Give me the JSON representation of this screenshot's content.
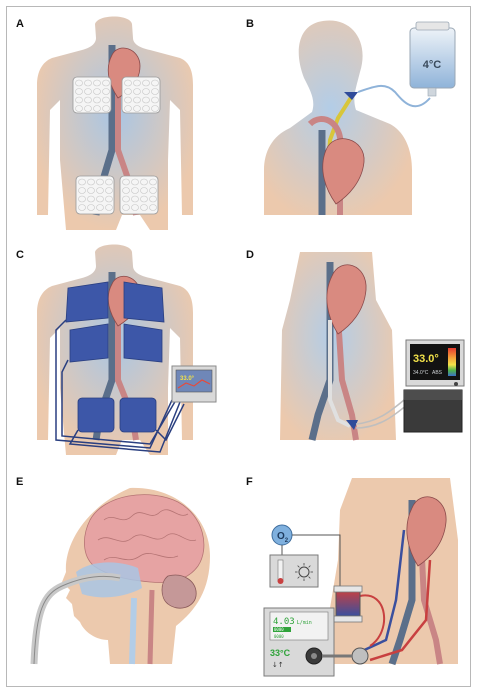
{
  "panels": [
    {
      "id": "A",
      "label": "A"
    },
    {
      "id": "B",
      "label": "B",
      "temp": "4°C"
    },
    {
      "id": "C",
      "label": "C",
      "display": "33.0°"
    },
    {
      "id": "D",
      "label": "D",
      "display_main": "33.0°",
      "display_sub1": "34.0°C",
      "display_sub2": "ABS"
    },
    {
      "id": "E",
      "label": "E"
    },
    {
      "id": "F",
      "label": "F",
      "o2": "O",
      "o2_sub": "2",
      "display_line1": "4.03",
      "display_line1_unit": "L/min",
      "display_line2": "0000",
      "display_line3": "0000",
      "console_temp": "33°C",
      "console_arrows": "↓↑"
    }
  ],
  "colors": {
    "skin": "#ecc9ad",
    "cool": "#a9c6e4",
    "vein": "#5b6f8a",
    "artery": "#c98585",
    "pad_blue": "#3d57a8",
    "ice_pad": "#f2f2f2",
    "display_green": "#2fa33a",
    "display_yellow": "#e2cf3b"
  }
}
